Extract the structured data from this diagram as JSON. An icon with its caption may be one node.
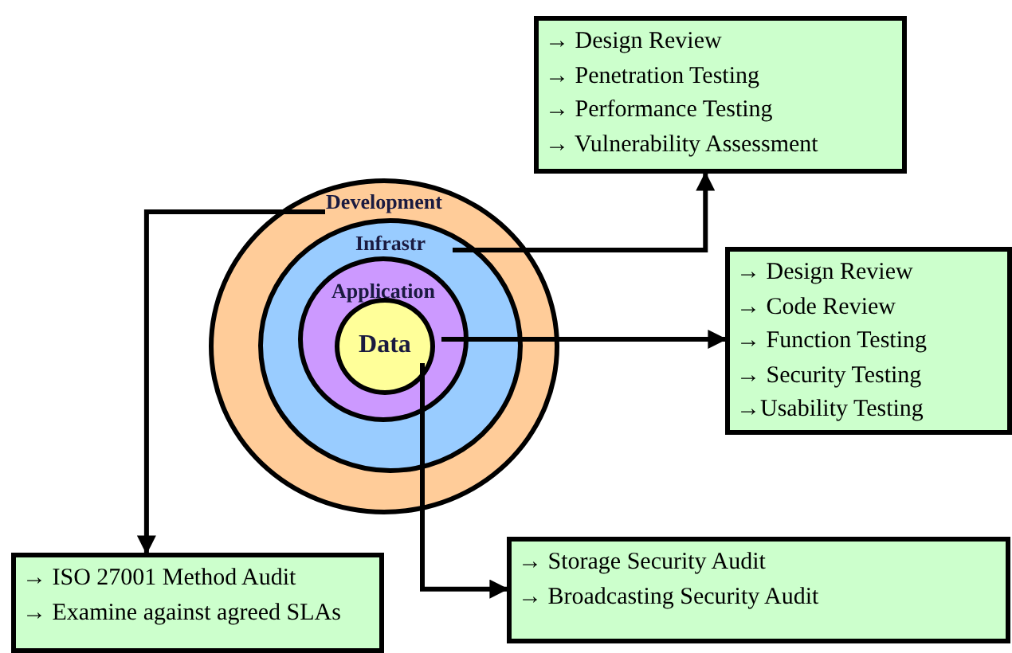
{
  "diagram": {
    "nodes": [
      {
        "text": [
          "Development"
        ]
      },
      {
        "text": [
          "Infrastr"
        ],
        "in": 0
      },
      {
        "text": [
          "Application"
        ],
        "in": 1
      },
      {
        "text": [
          "Data"
        ],
        "in": 2
      },
      {
        "text": [
          "→ Design Review",
          "→ Penetration Testing",
          "→ Performance Testing",
          "→ Vulnerability Assessment"
        ]
      },
      {
        "text": [
          "→ Design Review",
          "→ Code Review",
          "→ Function Testing",
          "→ Security Testing",
          "→Usability Testing"
        ]
      },
      {
        "text": [
          "→ ISO 27001 Method Audit",
          "→ Examine against agreed SLAs"
        ]
      },
      {
        "text": [
          "→ Storage Security Audit",
          "→ Broadcasting Security Audit"
        ]
      }
    ],
    "edges": [
      {
        "from": 0,
        "to": 6,
        "arrow": "to"
      },
      {
        "from": 1,
        "to": 4,
        "arrow": "to"
      },
      {
        "from": 3,
        "to": 5,
        "arrow": "to"
      },
      {
        "from": 3,
        "to": 7,
        "arrow": "to"
      }
    ]
  }
}
